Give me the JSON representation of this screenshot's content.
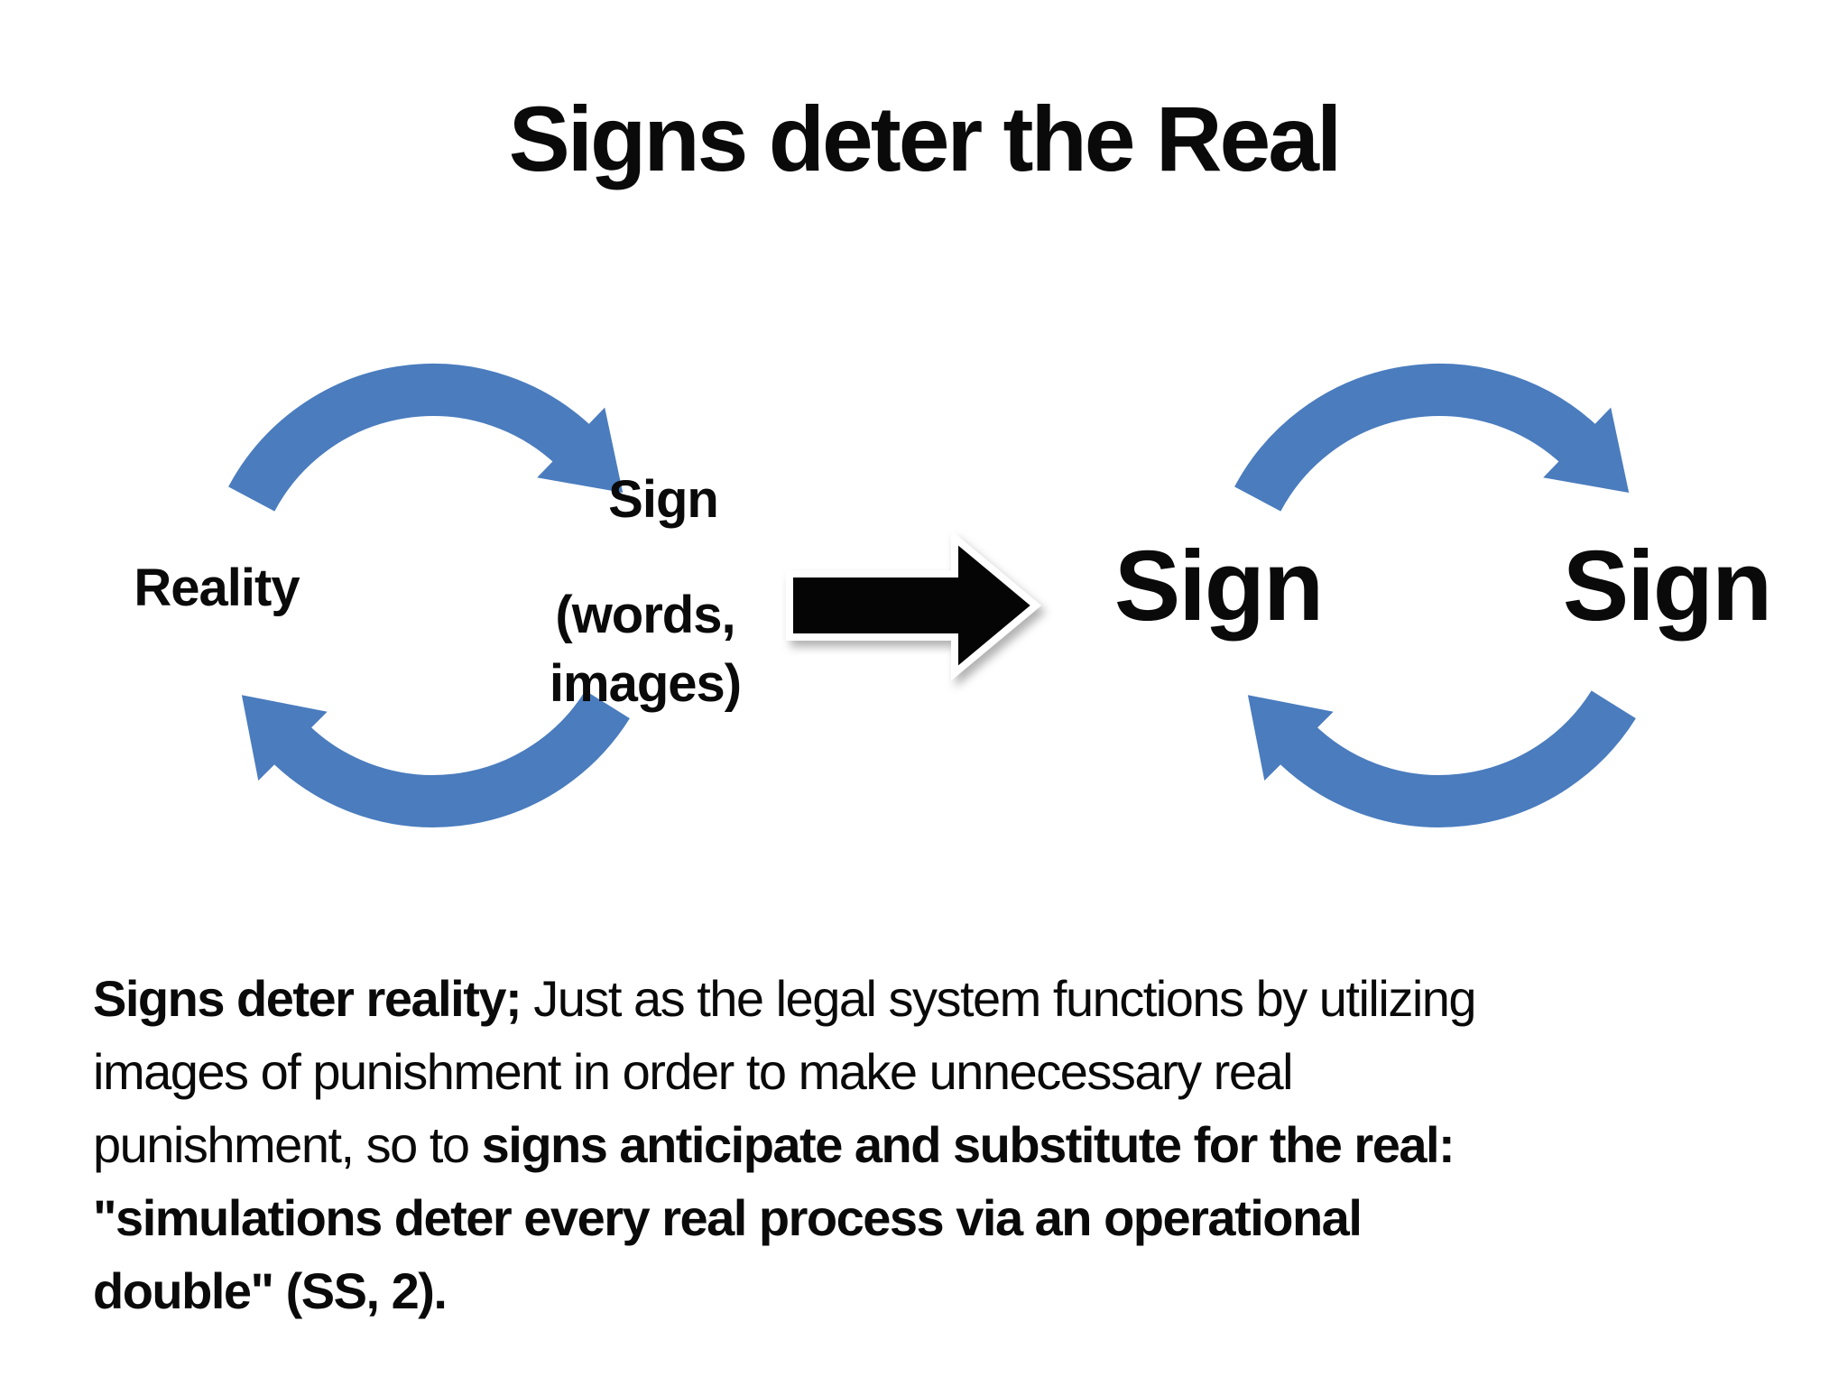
{
  "slide": {
    "title": "Signs deter the Real",
    "colors": {
      "arrow_blue": "#4a7cbe",
      "black_arrow": "#050505",
      "black_arrow_outline": "#ffffff",
      "text": "#0a0a0a",
      "background": "#ffffff"
    },
    "left_cycle": {
      "left_label": "Reality",
      "right_label": "Sign",
      "right_sublabel_line1": "(words,",
      "right_sublabel_line2": "images)"
    },
    "right_cycle": {
      "left_label": "Sign",
      "right_label": "Sign"
    },
    "icons": {
      "cycle_arrows": "curved-cycle-arrow",
      "transform_arrow": "right-block-arrow"
    },
    "paragraph": {
      "lines": [
        [
          {
            "t": "Signs deter reality;",
            "b": true
          },
          {
            "t": " Just as the legal system functions by utilizing",
            "b": false
          }
        ],
        [
          {
            "t": "images of punishment in order to make unnecessary real",
            "b": false
          }
        ],
        [
          {
            "t": "punishment, so to ",
            "b": false
          },
          {
            "t": "signs anticipate and substitute for the real:",
            "b": true
          }
        ],
        [
          {
            "t": "\"simulations deter every real process via an operational",
            "b": true
          }
        ],
        [
          {
            "t": "double\" (SS, 2).",
            "b": true
          }
        ]
      ]
    }
  }
}
